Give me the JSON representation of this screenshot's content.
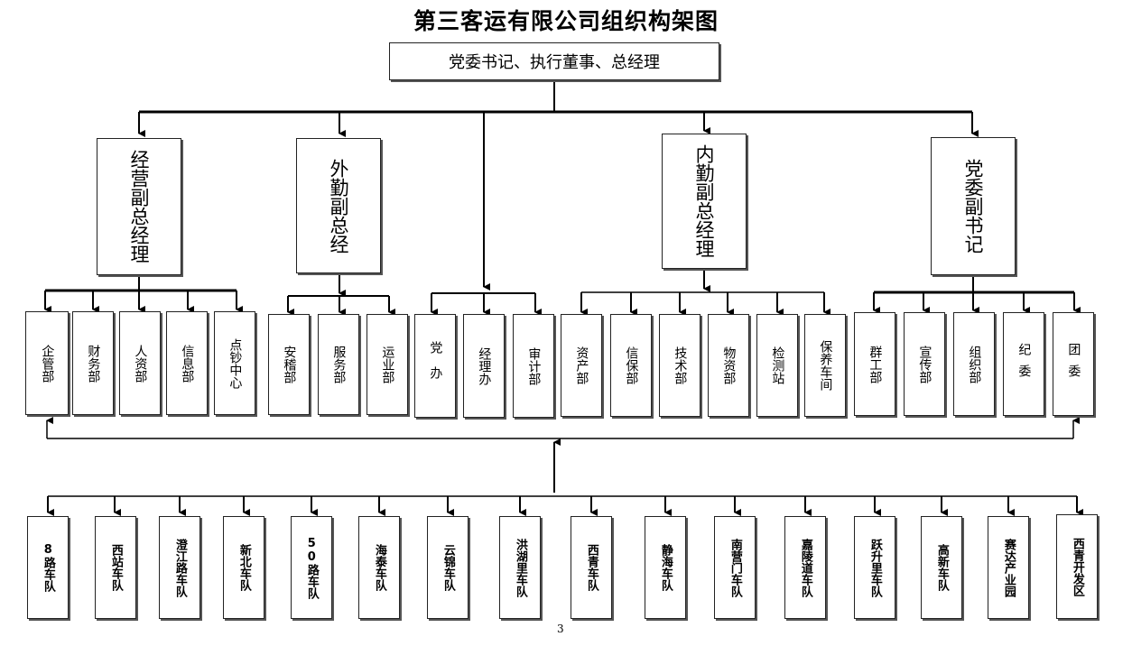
{
  "title": "第三客运有限公司组织构架图",
  "top": "党委书记、执行董事、总经理",
  "managers": [
    "经营副总经理",
    "外勤副总经",
    "内勤副总经理",
    "党委副书记"
  ],
  "g1": [
    "企管部",
    "财务部",
    "人资部",
    "信息部",
    "点钞中心"
  ],
  "g2": [
    "安稽部",
    "服务部",
    "运业部"
  ],
  "g3": [
    "党办",
    "经理办",
    "审计部"
  ],
  "g4": [
    "资产部",
    "信保部",
    "技术部",
    "物资部",
    "检测站",
    "保养车间"
  ],
  "g5": [
    "群工部",
    "宣传部",
    "组织部",
    "纪委",
    "团委"
  ],
  "fleets": [
    "8路车队",
    "西站车队",
    "澄江路车队",
    "新北车队",
    "50路车队",
    "海泰车队",
    "云锦车队",
    "洪湖里车队",
    "西青车队",
    "静海车队",
    "南营门车队",
    "嘉陵道车队",
    "跃升里车队",
    "高新车队",
    "赛达产业园",
    "西青开发区"
  ],
  "page_number": "3"
}
